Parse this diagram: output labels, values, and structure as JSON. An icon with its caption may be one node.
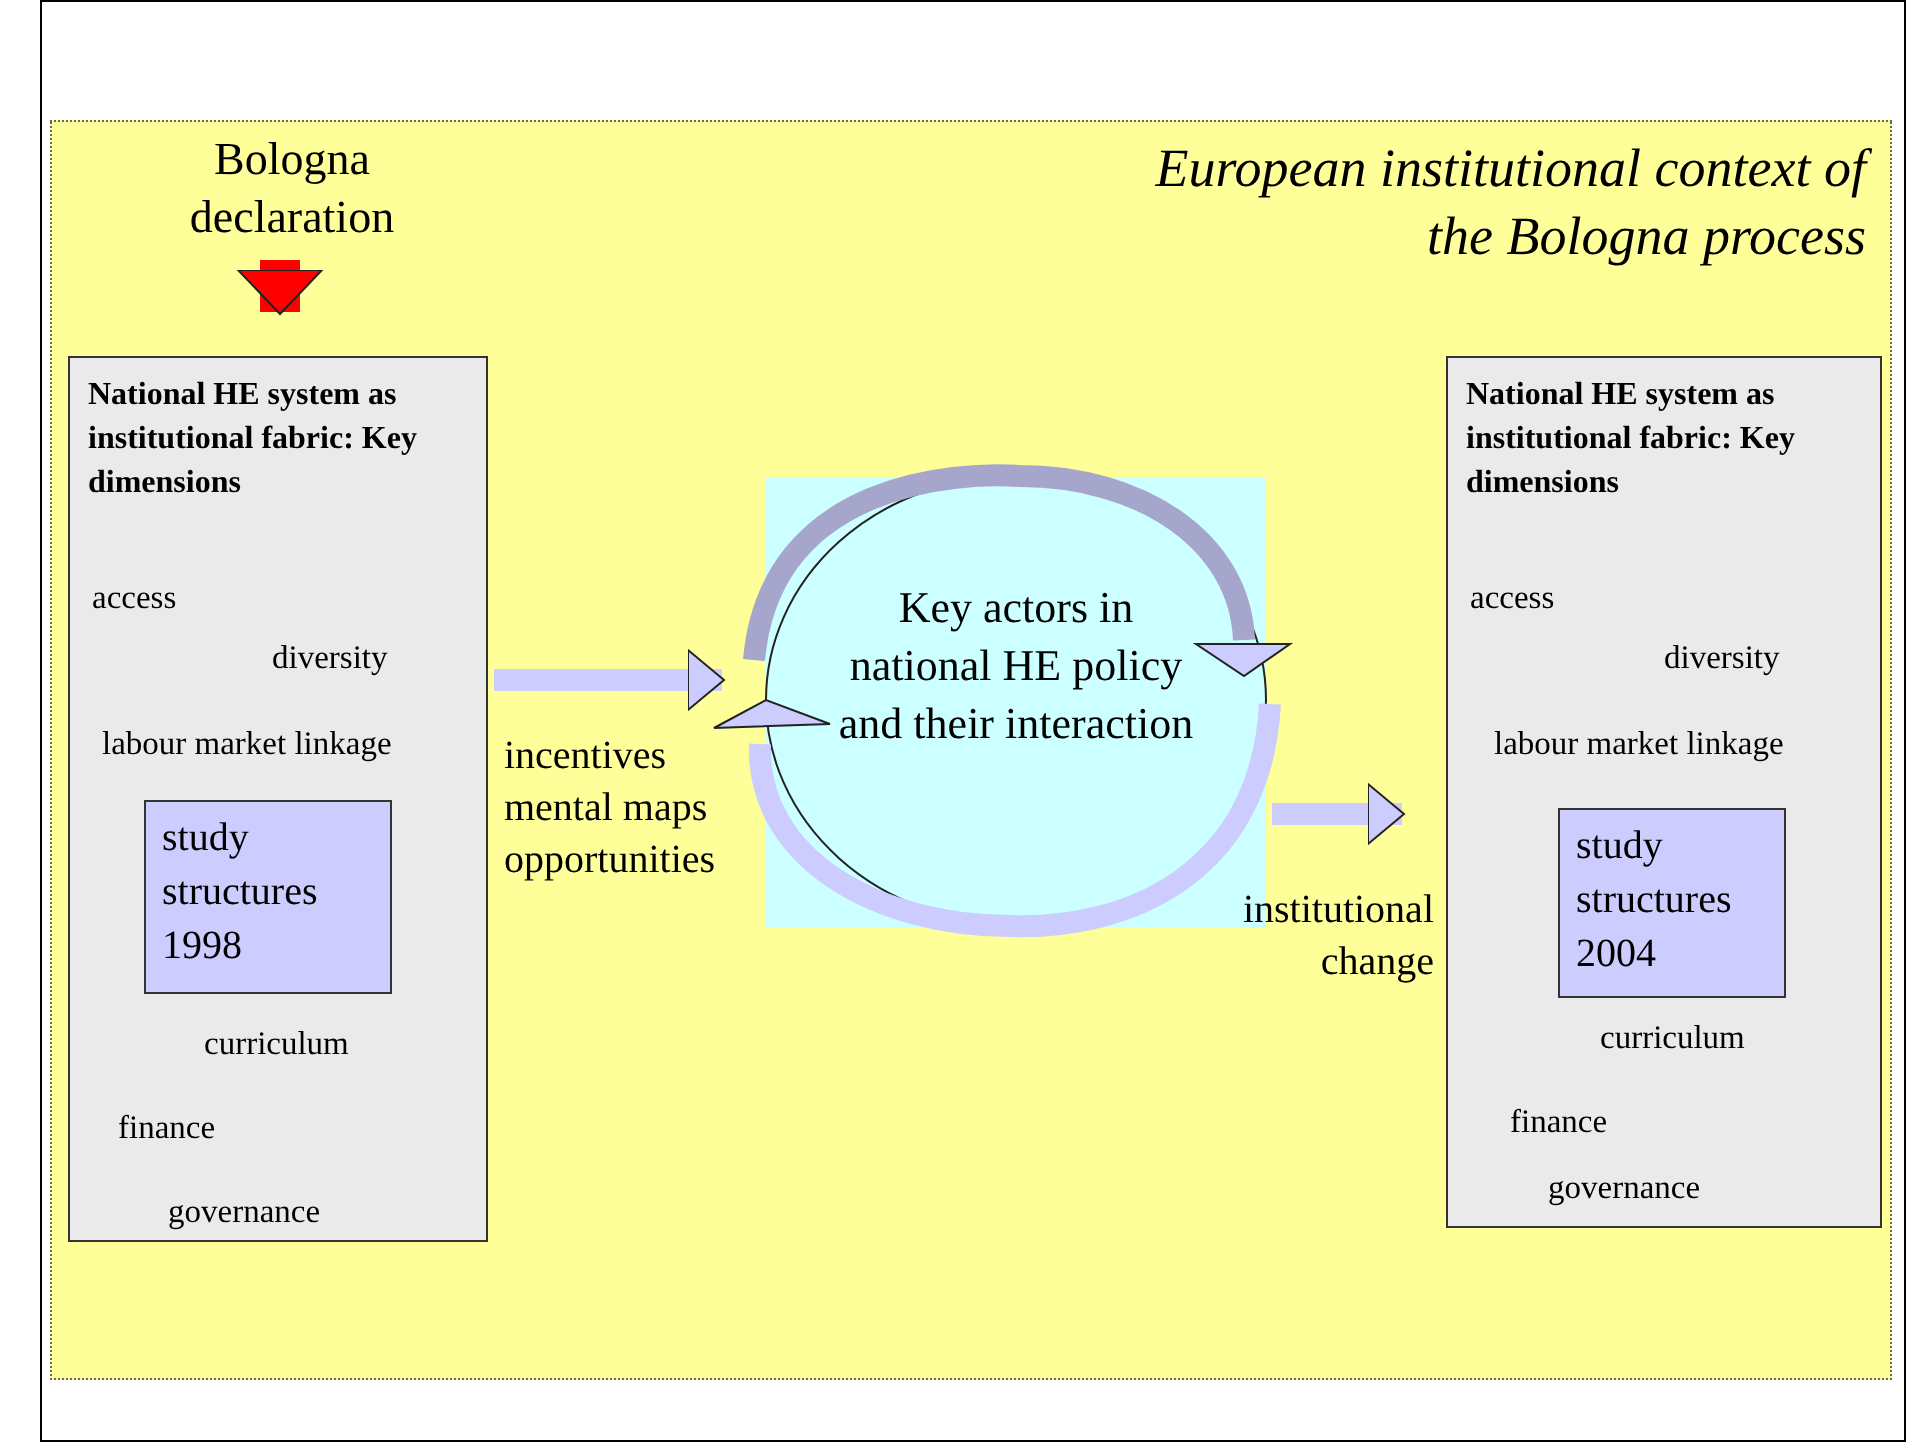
{
  "diagram": {
    "nodes": [
      {
        "text": [
          "European institutional context of the Bologna process"
        ]
      },
      {
        "text": [
          "Bologna declaration"
        ],
        "in": 0
      },
      {
        "text": [
          "National HE system as institutional fabric: Key dimensions",
          "access",
          "diversity",
          "labour market linkage",
          "curriculum",
          "finance",
          "governance"
        ],
        "in": 0
      },
      {
        "text": [
          "study structures 1998"
        ],
        "in": 2
      },
      {
        "text": [
          "Key actors in national HE policy and their interaction"
        ],
        "in": 0
      },
      {
        "text": [
          "National HE system as institutional fabric: Key dimensions",
          "access",
          "diversity",
          "labour market linkage",
          "curriculum",
          "finance",
          "governance"
        ],
        "in": 0
      },
      {
        "text": [
          "study structures 2004"
        ],
        "in": 5
      }
    ],
    "edges": [
      {
        "from": 1,
        "to": 2,
        "arrow": "to",
        "style": "thick",
        "color": "#ff0000"
      },
      {
        "from": 2,
        "to": 4,
        "arrow": "to",
        "label": "incentives mental maps opportunities"
      },
      {
        "from": 4,
        "to": 5,
        "arrow": "to",
        "label": "institutional change"
      }
    ]
  }
}
